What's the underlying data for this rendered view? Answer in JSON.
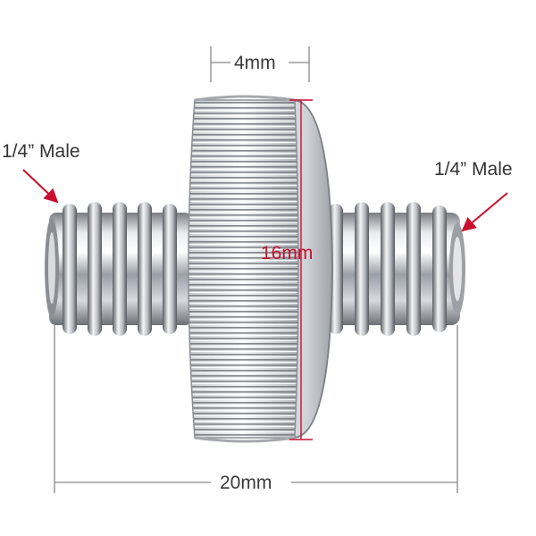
{
  "product_image": {
    "subject": "double-ended male-to-male threaded screw adapter with knurled center nut",
    "colors": {
      "arrow": "#c8102e",
      "dimension_line": "#888888",
      "highlight_dimension": "#c8102e"
    }
  },
  "annotations": {
    "left_thread_label": "1/4”  Male",
    "right_thread_label": "1/4”  Male",
    "nut_thickness": "4mm",
    "nut_diameter": "16mm",
    "overall_length": "20mm"
  }
}
